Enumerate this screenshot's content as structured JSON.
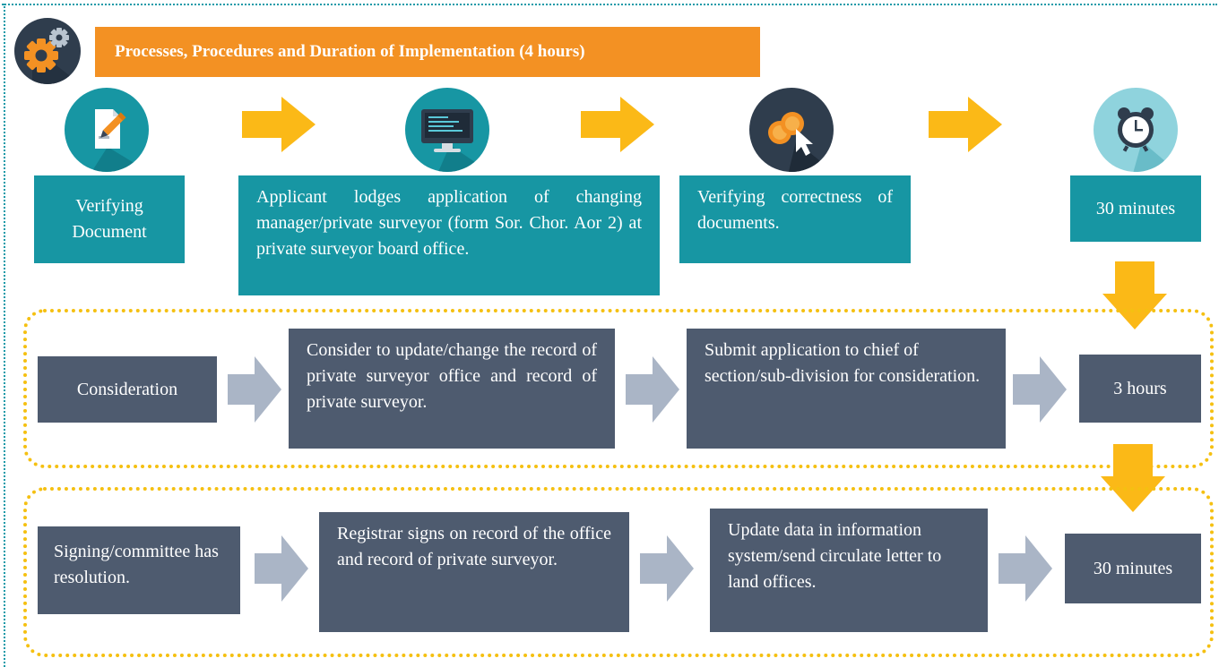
{
  "title": "Processes, Procedures and Duration of Implementation (4 hours)",
  "colors": {
    "teal": "#1796a3",
    "slate": "#4e5b6f",
    "orange": "#f39123",
    "yellow_arrow": "#fbb917",
    "gray_arrow": "#aab5c6",
    "dotted_frame": "#f5c011"
  },
  "icons": [
    "gear-icon",
    "pen-document-icon",
    "monitor-icon",
    "coins-cursor-icon",
    "alarm-clock-icon"
  ],
  "row1": {
    "label": "Verifying Document",
    "step1": "Applicant lodges application of changing manager/private surveyor (form Sor. Chor. Aor 2) at private surveyor board office.",
    "step2": "Verifying correctness of documents.",
    "duration": "30 minutes"
  },
  "row2": {
    "label": "Consideration",
    "step1": "Consider to update/change the record of private surveyor office and record of private surveyor.",
    "step2": "Submit application to chief of section/sub-division for consideration.",
    "duration": "3 hours"
  },
  "row3": {
    "label": "Signing/committee has resolution.",
    "step1": "Registrar signs on record of the office and record of private surveyor.",
    "step2": "Update data in information system/send circulate letter to land offices.",
    "duration": "30 minutes"
  }
}
